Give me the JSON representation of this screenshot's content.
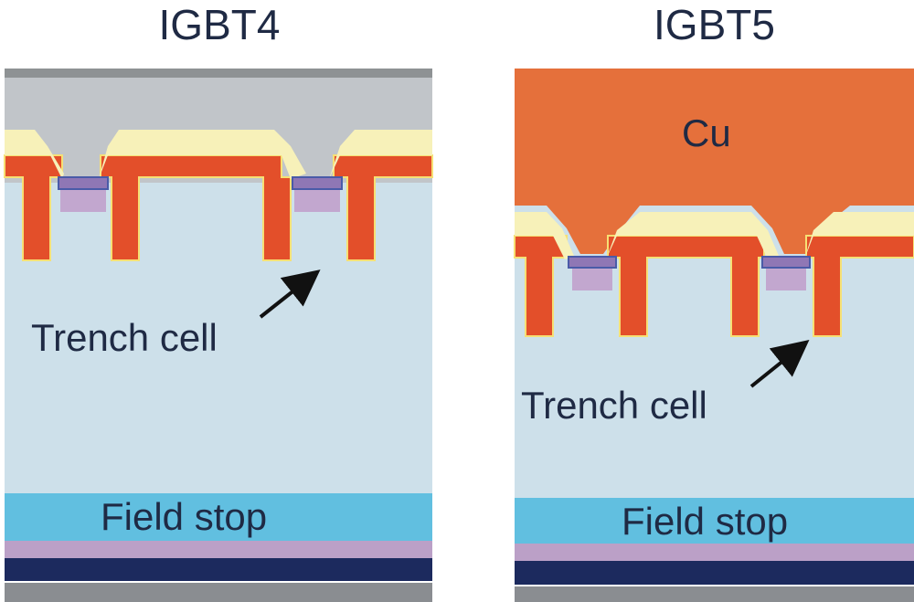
{
  "titles": {
    "left": "IGBT4",
    "right": "IGBT5"
  },
  "labels": {
    "trench_cell_left": "Trench cell",
    "trench_cell_right": "Trench cell",
    "field_stop_left": "Field stop",
    "field_stop_right": "Field stop",
    "cu": "Cu"
  },
  "colors": {
    "substrate": "#cde0ea",
    "gate_poly": "#e34f2a",
    "poly_edge": "#f6e074",
    "oxide": "#f7f1b9",
    "metal_al": "#c1c5c9",
    "metal_top": "#8e9294",
    "copper": "#e5703b",
    "field_stop": "#61bfe0",
    "p_layer": "#bba0c7",
    "collector": "#1c2a5e",
    "bottom_metal": "#8a8d91",
    "contact_top": "#4a5ba8",
    "contact_body": "#8f77b5",
    "p_base": "#c2a7cf",
    "text": "#1f2a44"
  }
}
